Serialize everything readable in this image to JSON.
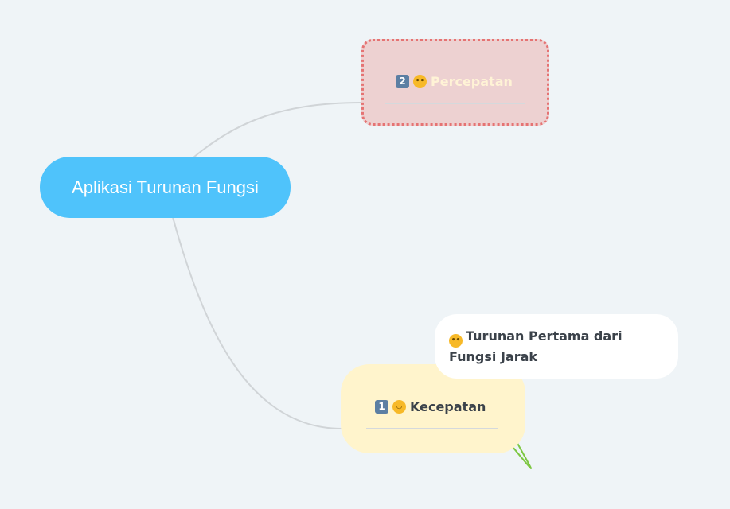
{
  "root": {
    "label": "Aplikasi Turunan Fungsi"
  },
  "topics": [
    {
      "number": "2",
      "emoji": "neutral-face",
      "label": "Percepatan"
    },
    {
      "number": "1",
      "emoji": "slightly-smiling-face",
      "label": "Kecepatan"
    }
  ],
  "note": {
    "emoji": "neutral-face",
    "label": "Turunan Pertama dari Fungsi Jarak"
  },
  "colors": {
    "root": "#4fc3fb",
    "percepatan_bg": "#edd1d1",
    "percepatan_border": "#e57373",
    "kecepatan_bg": "#fff4cc",
    "arrow": "#7dc742"
  }
}
